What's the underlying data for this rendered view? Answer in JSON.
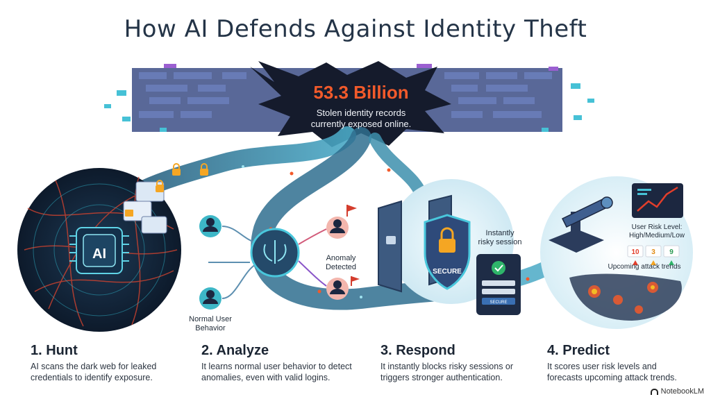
{
  "title": "How AI Defends Against Identity Theft",
  "stat": {
    "value": "53.3 Billion",
    "line1": "Stolen identity records",
    "line2": "currently exposed online."
  },
  "hunt_visual": {
    "chip_label": "AI"
  },
  "analyze_visual": {
    "normal_label_1": "Normal User",
    "normal_label_2": "Behavior",
    "anomaly_label_1": "Anomaly",
    "anomaly_label_2": "Detected"
  },
  "respond_visual": {
    "shield_label": "SECURE",
    "session_label_1": "Instantly",
    "session_label_2": "risky session",
    "login_button": "SECURE"
  },
  "predict_visual": {
    "risk_label_1": "User Risk Level:",
    "risk_label_2": "High/Medium/Low",
    "risk_values": [
      "10",
      "3",
      "9"
    ],
    "trends_label": "Upcoming attack trends"
  },
  "steps": [
    {
      "title": "1. Hunt",
      "line1": "AI scans the dark web for leaked",
      "line2": "credentials to identify exposure."
    },
    {
      "title": "2. Analyze",
      "line1": "It learns normal user behavior to detect",
      "line2": "anomalies, even with valid logins."
    },
    {
      "title": "3. Respond",
      "line1": "It instantly blocks risky sessions or",
      "line2": "triggers stronger authentication."
    },
    {
      "title": "4. Predict",
      "line1": "It scores user risk levels and",
      "line2": "forecasts upcoming attack trends."
    }
  ],
  "footer": {
    "brand": "NotebookLM"
  },
  "colors": {
    "accent_red": "#f25a2b",
    "river": "#2f6f8f",
    "dark_navy": "#1c2740",
    "teal": "#39b6c8"
  }
}
